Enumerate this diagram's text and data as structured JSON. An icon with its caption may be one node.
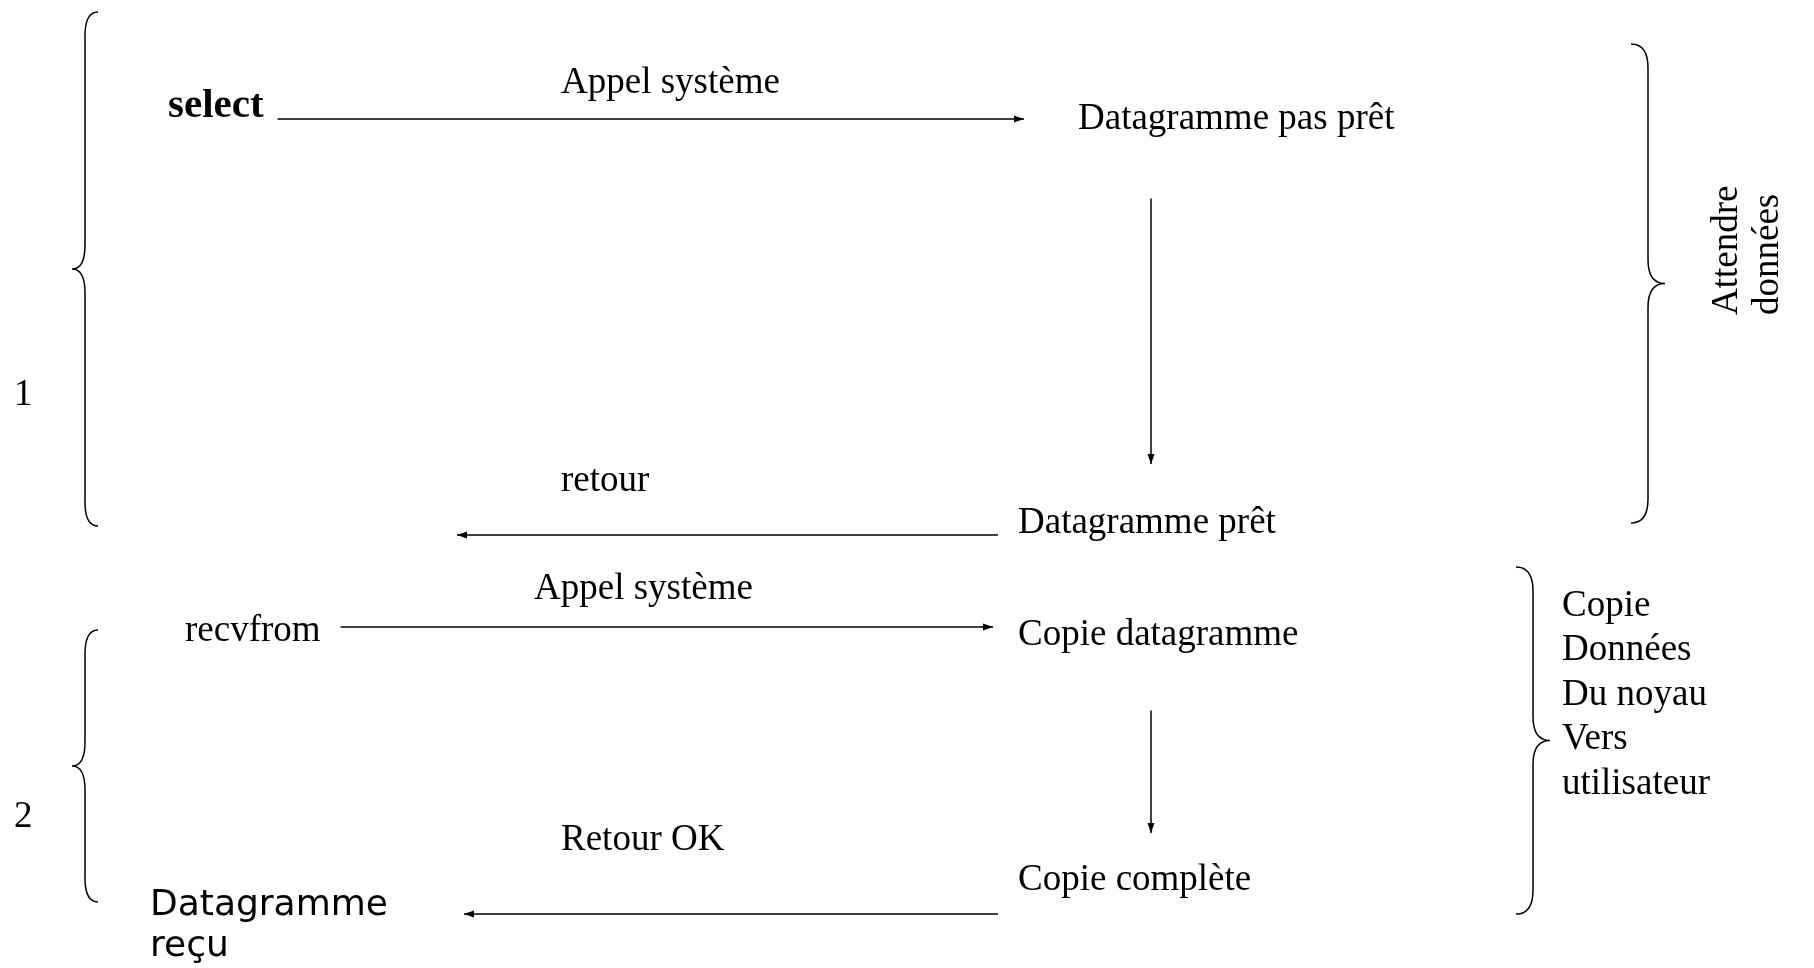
{
  "diagram": {
    "nodes": [
      {
        "text": [
          "select"
        ]
      },
      {
        "text": [
          "Datagramme pas prêt"
        ]
      },
      {
        "text": [
          "Datagramme prêt"
        ]
      },
      {
        "text": [
          "recvfrom"
        ]
      },
      {
        "text": [
          "Copie datagramme"
        ]
      },
      {
        "text": [
          "Copie complète"
        ]
      },
      {
        "text": [
          "Datagramme reçu"
        ]
      }
    ],
    "edges": [
      {
        "from": 0,
        "to": 1,
        "arrow": "to",
        "label": "Appel système"
      },
      {
        "from": 1,
        "to": 2,
        "arrow": "to"
      },
      {
        "from": 2,
        "to": null,
        "arrow": "to",
        "label": "retour"
      },
      {
        "from": 3,
        "to": 4,
        "arrow": "to",
        "label": "Appel système"
      },
      {
        "from": 4,
        "to": 5,
        "arrow": "to"
      },
      {
        "from": 5,
        "to": 6,
        "arrow": "to",
        "label": "Retour OK"
      }
    ],
    "labels": [
      "1",
      "2",
      "Attendre données",
      "Copie Données Du noyau Vers utilisateur"
    ]
  }
}
